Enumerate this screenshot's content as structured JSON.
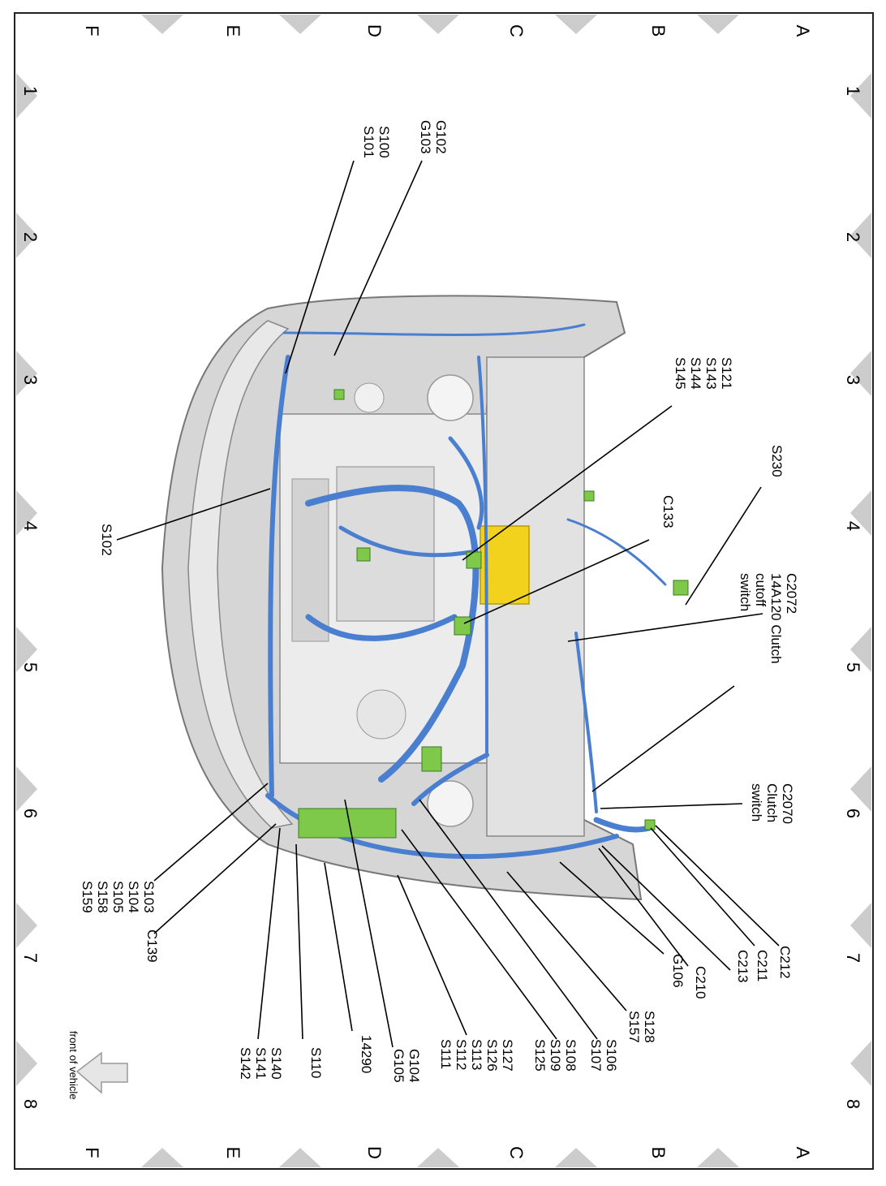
{
  "grid": {
    "columns": [
      "1",
      "2",
      "3",
      "4",
      "5",
      "6",
      "7",
      "8"
    ],
    "rows": [
      "A",
      "B",
      "C",
      "D",
      "E",
      "F"
    ]
  },
  "front_label": "front of vehicle",
  "callouts": [
    {
      "id": "c-g102",
      "lines": [
        "G102",
        "G103"
      ]
    },
    {
      "id": "c-s100",
      "lines": [
        "S100",
        "S101"
      ]
    },
    {
      "id": "c-s121",
      "lines": [
        "S121",
        "S143",
        "S144",
        "S145"
      ]
    },
    {
      "id": "c-s230",
      "lines": [
        "S230"
      ]
    },
    {
      "id": "c-c133",
      "lines": [
        "C133"
      ]
    },
    {
      "id": "c-c2072",
      "lines": [
        "C2072",
        "14A120 Clutch",
        "cutoff",
        "switch"
      ]
    },
    {
      "id": "c-c2070",
      "lines": [
        "C2070",
        "Clutch",
        "switch"
      ]
    },
    {
      "id": "c-s102",
      "lines": [
        "S102"
      ]
    },
    {
      "id": "c-s103",
      "lines": [
        "S103",
        "S104",
        "S105",
        "S158",
        "S159"
      ]
    },
    {
      "id": "c-c139",
      "lines": [
        "C139"
      ]
    },
    {
      "id": "c-c212",
      "lines": [
        "C212"
      ]
    },
    {
      "id": "c-c211",
      "lines": [
        "C211"
      ]
    },
    {
      "id": "c-c213",
      "lines": [
        "C213"
      ]
    },
    {
      "id": "c-c210",
      "lines": [
        "C210"
      ]
    },
    {
      "id": "c-g106",
      "lines": [
        "G106"
      ]
    },
    {
      "id": "c-s128",
      "lines": [
        "S128",
        "S157"
      ]
    },
    {
      "id": "c-s106",
      "lines": [
        "S106",
        "S107"
      ]
    },
    {
      "id": "c-s108",
      "lines": [
        "S108",
        "S109",
        "S125"
      ]
    },
    {
      "id": "c-s127",
      "lines": [
        "S127",
        "S126",
        "S113",
        "S112",
        "S111"
      ]
    },
    {
      "id": "c-g104",
      "lines": [
        "G104",
        "G105"
      ]
    },
    {
      "id": "c-14290",
      "lines": [
        "14290"
      ]
    },
    {
      "id": "c-s110",
      "lines": [
        "S110"
      ]
    },
    {
      "id": "c-s140",
      "lines": [
        "S140",
        "S141",
        "S142"
      ]
    }
  ],
  "colors": {
    "harness": "#4a7fd0",
    "connector": "#7ec84a",
    "module": "#f2d21c",
    "body": "#c8c8c8",
    "triangle": "#cccccc"
  }
}
